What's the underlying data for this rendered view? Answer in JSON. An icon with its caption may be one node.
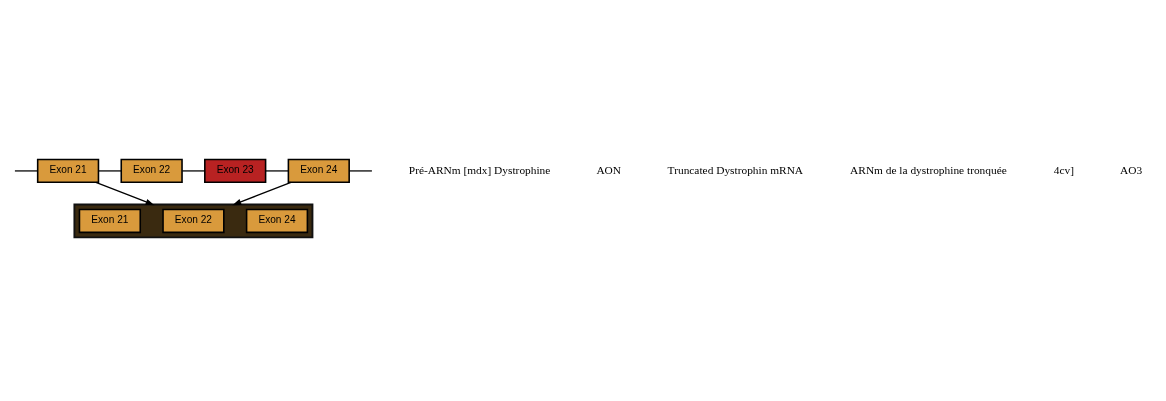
{
  "diagram": {
    "nodes": [
      {
        "text": [
          "Exon 21"
        ]
      },
      {
        "text": [
          "Exon 22"
        ]
      },
      {
        "text": [
          "Exon 23"
        ]
      },
      {
        "text": [
          "Exon 24"
        ]
      },
      {
        "text": [],
        "shape": "bar"
      },
      {
        "text": [
          "Exon 21"
        ],
        "in": 4
      },
      {
        "text": [
          "Exon 22"
        ],
        "in": 4
      },
      {
        "text": [
          "Exon 24"
        ],
        "in": 4
      }
    ],
    "edges": [
      {
        "from": null,
        "to": 0,
        "arrow": "none"
      },
      {
        "from": 0,
        "to": 1,
        "arrow": "none"
      },
      {
        "from": 1,
        "to": 2,
        "arrow": "none"
      },
      {
        "from": 2,
        "to": 3,
        "arrow": "none"
      },
      {
        "from": 3,
        "to": null,
        "arrow": "none"
      },
      {
        "from": 0,
        "to": 4,
        "arrow": "to"
      },
      {
        "from": 3,
        "to": 4,
        "arrow": "to"
      }
    ],
    "labels": [
      "Pré-ARNm [mdx] Dystrophine",
      "AON",
      "Truncated Dystrophin mRNA",
      "ARNm de la dystrophine tronquée",
      "4cv]",
      "AO3"
    ]
  }
}
